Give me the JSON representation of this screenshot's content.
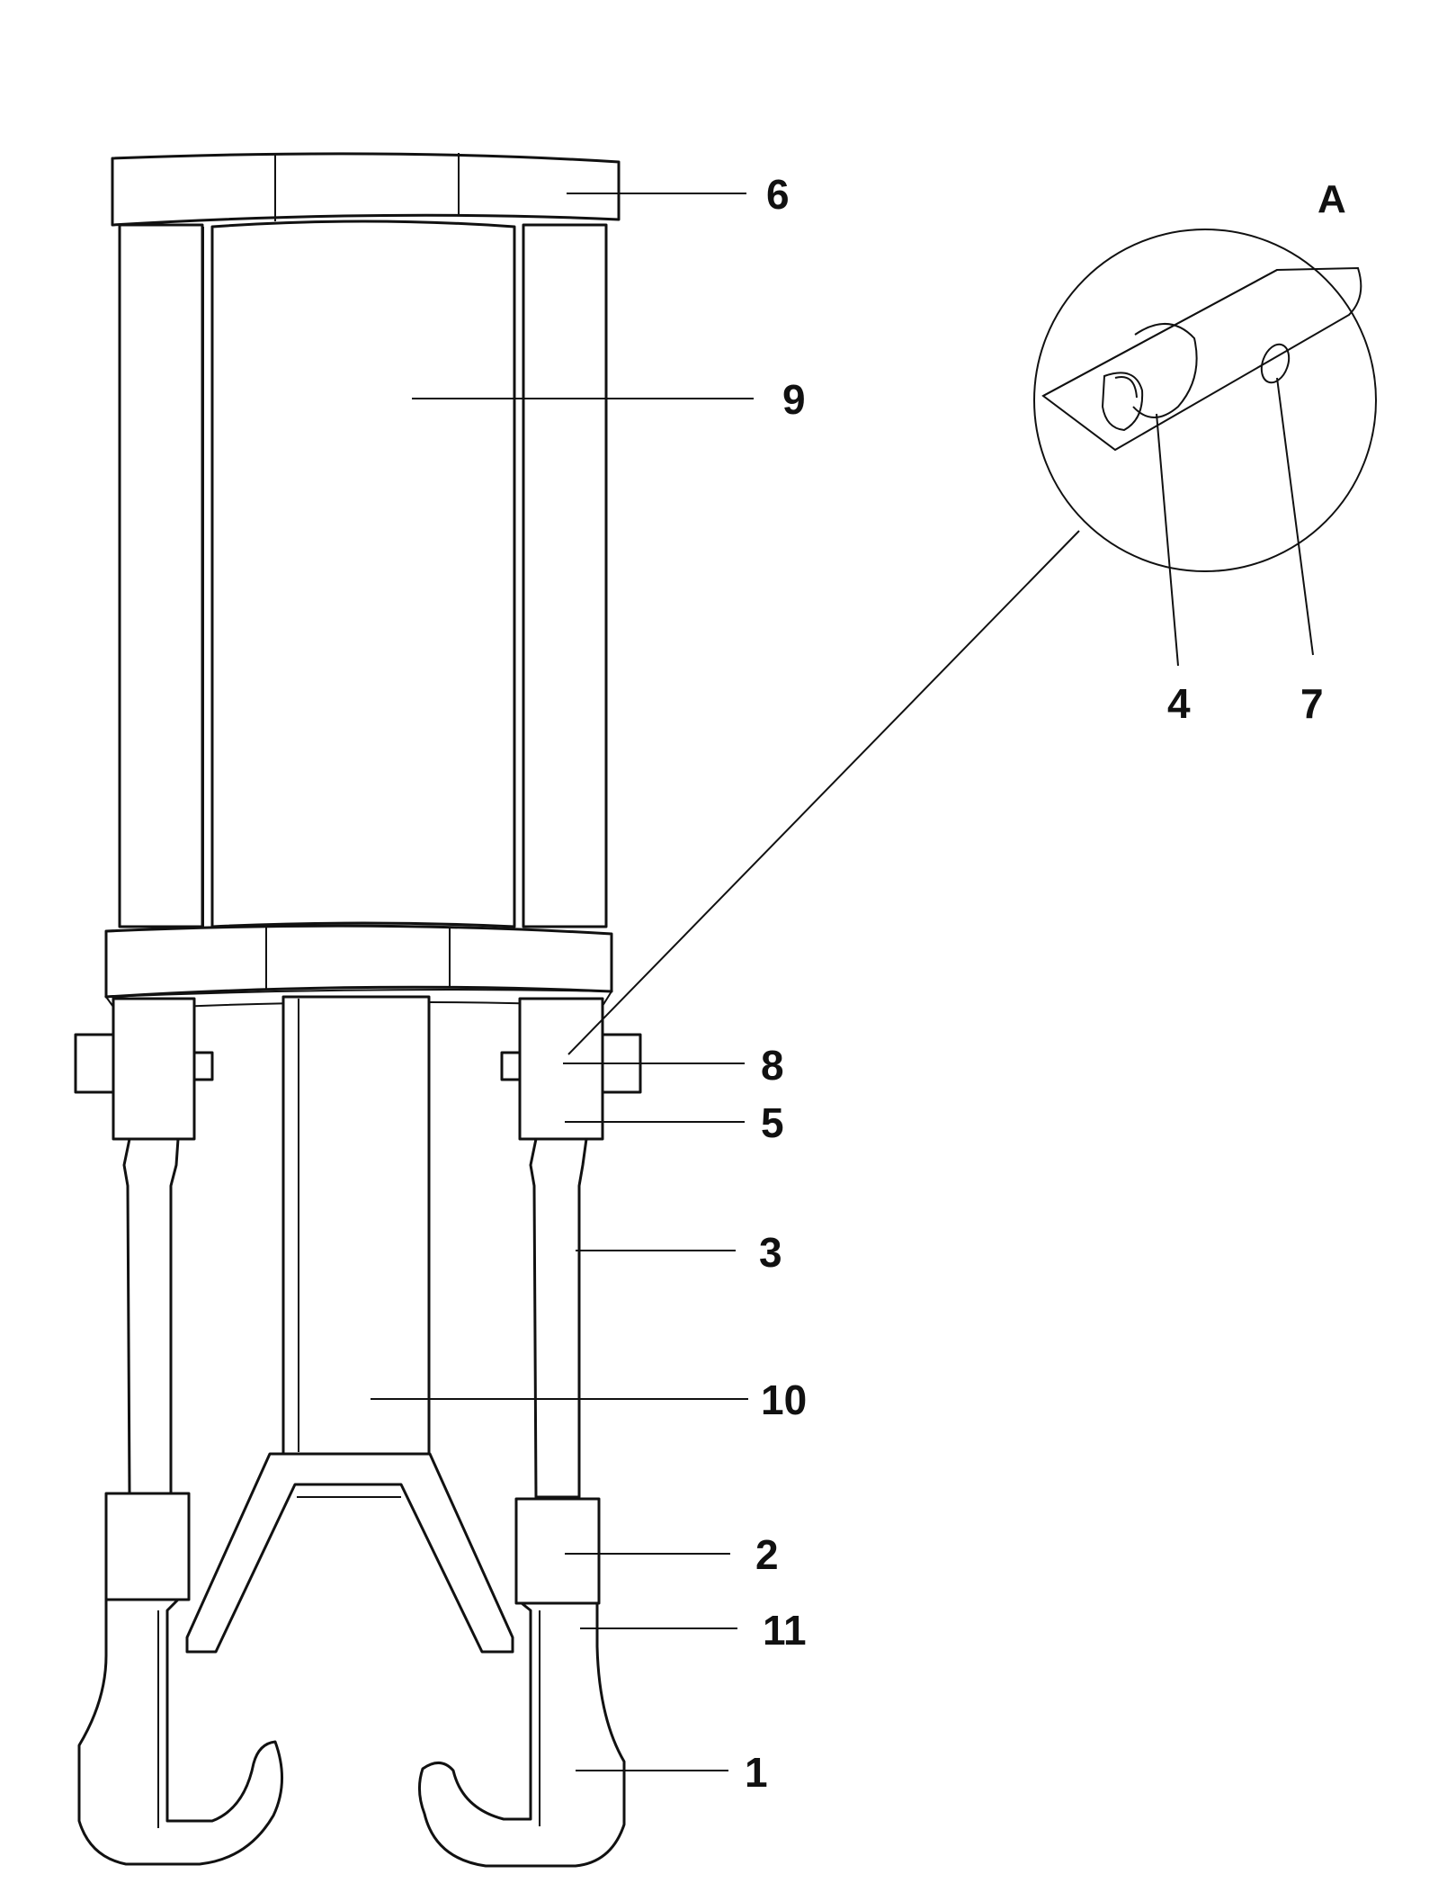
{
  "figure": {
    "detail_label": "A",
    "callouts": {
      "c1": "1",
      "c2": "2",
      "c3": "3",
      "c4": "4",
      "c5": "5",
      "c6": "6",
      "c7": "7",
      "c8": "8",
      "c9": "9",
      "c10": "10",
      "c11": "11"
    }
  }
}
